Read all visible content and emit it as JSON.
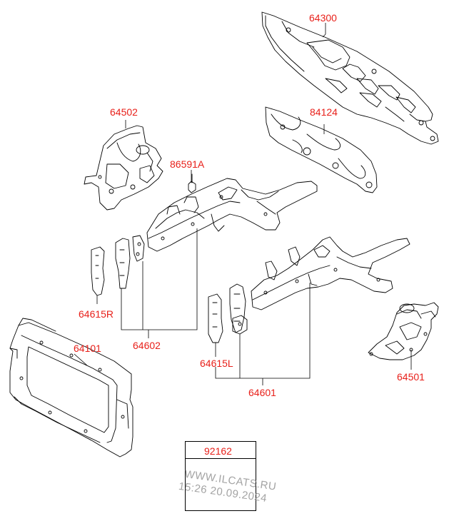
{
  "parts": {
    "p64300": "64300",
    "p84124": "84124",
    "p64502": "64502",
    "p86591A": "86591A",
    "p64615R": "64615R",
    "p64602": "64602",
    "p64101": "64101",
    "p64615L": "64615L",
    "p64601": "64601",
    "p64501": "64501",
    "p92162": "92162"
  },
  "watermark": {
    "line1": "WWW.ILCATS.RU",
    "line2": "15:26 20.09.2024"
  },
  "colors": {
    "label": "#e8201a",
    "line": "#000000",
    "watermark": "#9a9a9a"
  }
}
